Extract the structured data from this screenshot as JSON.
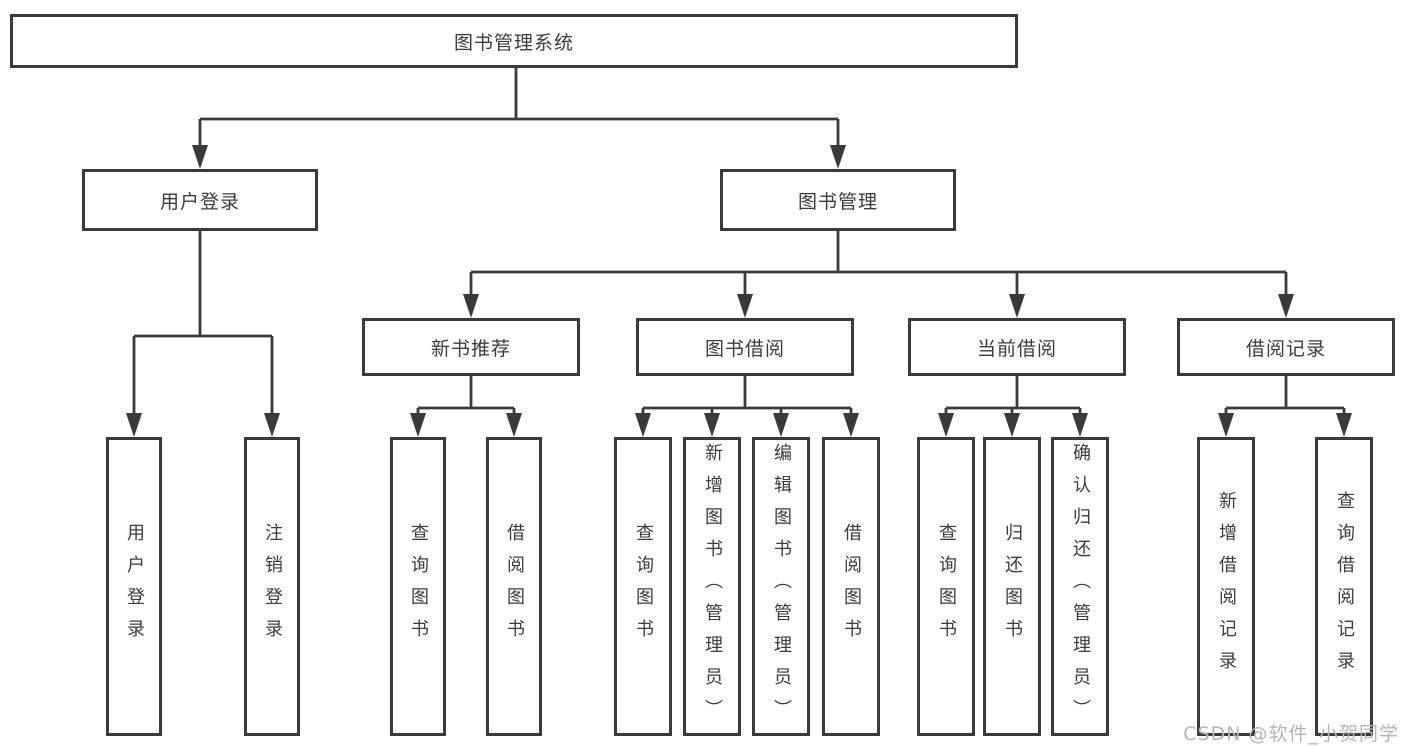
{
  "diagram": {
    "root": {
      "label": "图书管理系统"
    },
    "level2": [
      {
        "label": "用户登录",
        "children": [
          {
            "label": "用户登录"
          },
          {
            "label": "注销登录"
          }
        ]
      },
      {
        "label": "图书管理",
        "children": [
          {
            "label": "新书推荐",
            "children": [
              {
                "label": "查询图书"
              },
              {
                "label": "借阅图书"
              }
            ]
          },
          {
            "label": "图书借阅",
            "children": [
              {
                "label": "查询图书"
              },
              {
                "label": "新增图书（管理员）"
              },
              {
                "label": "编辑图书（管理员）"
              },
              {
                "label": "借阅图书"
              }
            ]
          },
          {
            "label": "当前借阅",
            "children": [
              {
                "label": "查询图书"
              },
              {
                "label": "归还图书"
              },
              {
                "label": "确认归还（管理员）"
              }
            ]
          },
          {
            "label": "借阅记录",
            "children": [
              {
                "label": "新增借阅记录"
              },
              {
                "label": "查询借阅记录"
              }
            ]
          }
        ]
      }
    ]
  },
  "watermark": {
    "text": "CSDN @软件_小贺同学"
  },
  "colors": {
    "line": "#3a3a3a",
    "text": "#3c3c3c",
    "watermark": "#b5b5b5",
    "background": "#ffffff"
  }
}
